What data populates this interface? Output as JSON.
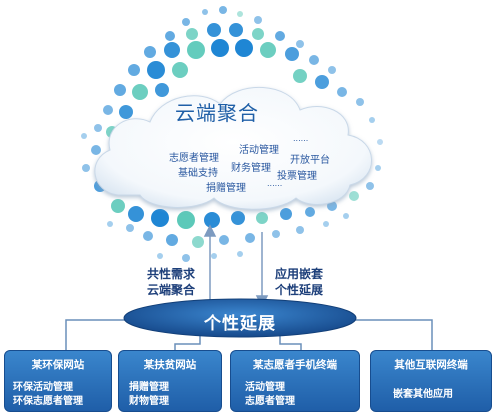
{
  "cloud": {
    "title": "云端聚合",
    "items": [
      "志愿者管理",
      "活动管理",
      "......",
      "基础支持",
      "财务管理",
      "开放平台",
      "捐赠管理",
      "投票管理",
      "......"
    ]
  },
  "connectors": {
    "left": [
      "共性需求",
      "云端聚合"
    ],
    "right": [
      "应用嵌套",
      "个性延展"
    ]
  },
  "hub": {
    "label": "个性延展"
  },
  "boxes": [
    {
      "title": "某环保网站",
      "lines": [
        "环保活动管理",
        "环保志愿者管理"
      ]
    },
    {
      "title": "某扶贫网站",
      "lines": [
        "捐赠管理",
        "财物管理"
      ]
    },
    {
      "title": "某志愿者手机终端",
      "lines": [
        "活动管理",
        "志愿者管理"
      ]
    },
    {
      "title": "其他互联网终端",
      "lines": [
        "嵌套其他应用"
      ]
    }
  ],
  "colors": {
    "dot_blue": "#1f86d4",
    "dot_teal": "#5cc9b9",
    "hub_fill": "#1f5ea8",
    "box_fill": "#2e74bf",
    "text_blue": "#1f5fa7"
  }
}
